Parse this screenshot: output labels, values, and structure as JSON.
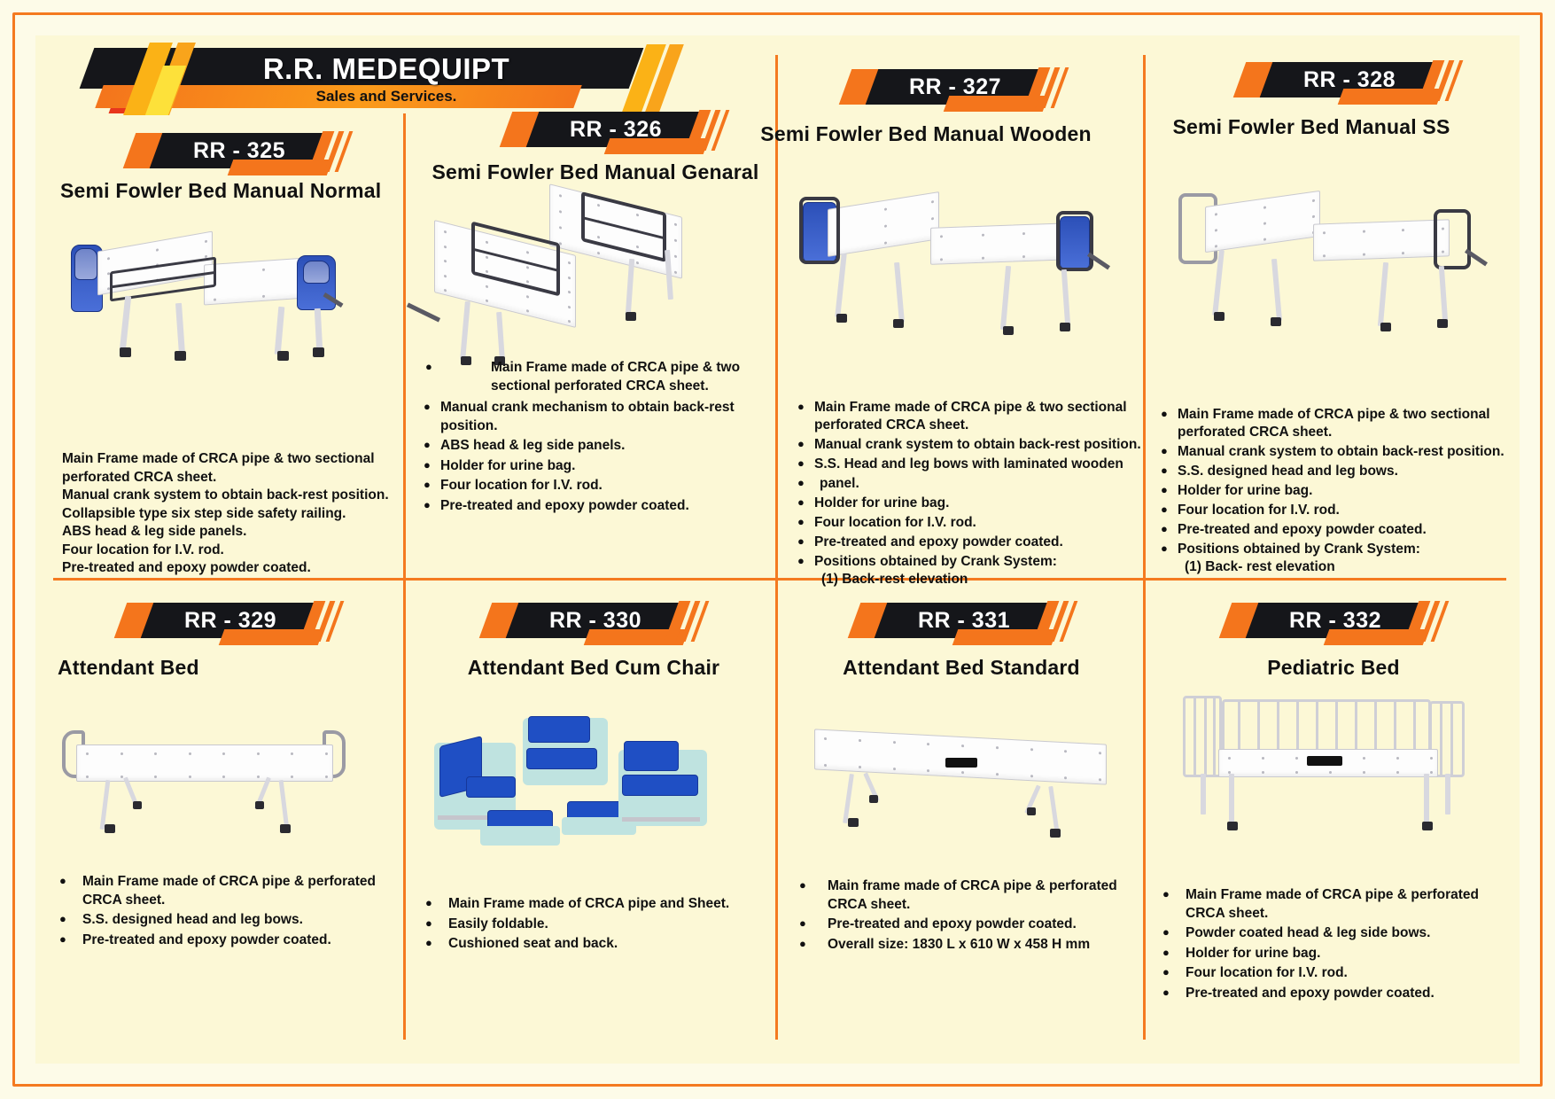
{
  "brand": {
    "title": "R.R. MEDEQUIPT",
    "subtitle": "Sales and Services.",
    "colors": {
      "black": "#15161a",
      "orange": "#f4751c",
      "yellow": "#fbb216",
      "page_bg": "#fcf8d6"
    }
  },
  "products": [
    {
      "sku": "RR - 325",
      "title": "Semi Fowler Bed Manual Normal",
      "bulleted": false,
      "specs": [
        "Main Frame made of CRCA pipe & two sectional",
        "perforated CRCA sheet.",
        "Manual crank system to obtain back-rest position.",
        "Collapsible type six step side safety railing.",
        "ABS head & leg side panels.",
        "Four location for I.V. rod.",
        "Pre-treated and epoxy powder coated."
      ]
    },
    {
      "sku": "RR - 326",
      "title": "Semi Fowler Bed Manual Genaral",
      "bulleted": true,
      "specs": [
        "Main Frame made of CRCA pipe & two sectional perforated CRCA sheet.",
        "Manual crank mechanism to obtain back-rest position.",
        "ABS head & leg side panels.",
        "Holder for urine bag.",
        "Four location for I.V. rod.",
        "Pre-treated and epoxy powder coated."
      ]
    },
    {
      "sku": "RR - 327",
      "title": "Semi Fowler Bed Manual Wooden",
      "bulleted": true,
      "specs": [
        "Main Frame made of CRCA pipe & two sectional perforated CRCA sheet.",
        "Manual crank system to obtain back-rest position.",
        "S.S. Head and leg bows with laminated wooden",
        "panel.",
        "Holder for urine bag.",
        "Four location for I.V. rod.",
        "Pre-treated and epoxy powder coated.",
        "Positions obtained by Crank System:",
        "(1) Back-rest elevation"
      ]
    },
    {
      "sku": "RR - 328",
      "title": "Semi Fowler Bed Manual SS",
      "bulleted": true,
      "specs": [
        "Main Frame made of CRCA pipe & two sectional perforated CRCA sheet.",
        "Manual crank system to obtain back-rest position.",
        "S.S. designed head and leg bows.",
        "Holder for urine bag.",
        "Four location for I.V. rod.",
        "Pre-treated and epoxy powder coated.",
        "Positions obtained by Crank System:",
        "(1) Back- rest elevation"
      ]
    },
    {
      "sku": "RR - 329",
      "title": "Attendant Bed",
      "bulleted": true,
      "specs": [
        "Main Frame made of CRCA pipe & perforated CRCA sheet.",
        "S.S. designed head and leg bows.",
        "Pre-treated and epoxy powder coated."
      ]
    },
    {
      "sku": "RR - 330",
      "title": "Attendant Bed Cum Chair",
      "bulleted": true,
      "specs": [
        "Main Frame made of CRCA pipe and Sheet.",
        "Easily foldable.",
        "Cushioned seat and back."
      ]
    },
    {
      "sku": "RR - 331",
      "title": "Attendant Bed Standard",
      "bulleted": true,
      "specs": [
        "Main frame made of CRCA pipe & perforated CRCA sheet.",
        "Pre-treated and epoxy powder coated.",
        "Overall size: 1830 L x 610 W x 458 H mm"
      ]
    },
    {
      "sku": "RR - 332",
      "title": "Pediatric Bed",
      "bulleted": true,
      "specs": [
        "Main Frame made of CRCA pipe & perforated CRCA sheet.",
        "Powder coated head & leg side bows.",
        "Holder for urine bag.",
        "Four location for I.V. rod.",
        "Pre-treated and epoxy powder coated."
      ]
    }
  ]
}
